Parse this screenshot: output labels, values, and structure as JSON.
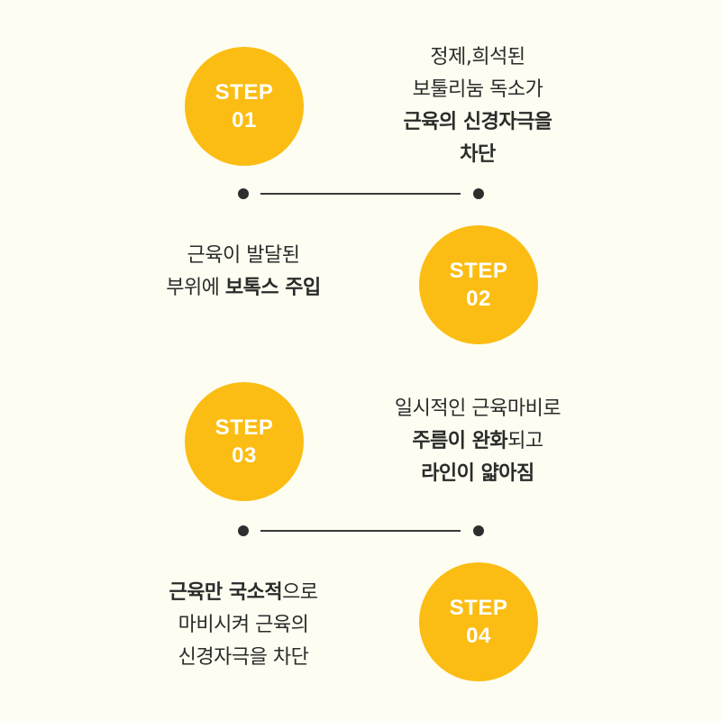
{
  "colors": {
    "background": "#fefdf1",
    "circle": "#fbbd13",
    "circle_text": "#ffffff",
    "text": "#2b2b2b",
    "divider": "#2e2e2e"
  },
  "steps": [
    {
      "label_top": "STEP",
      "label_num": "01",
      "lines": [
        {
          "normal": "정제,희석된",
          "bold": ""
        },
        {
          "normal": "보툴리눔 독소가",
          "bold": ""
        },
        {
          "normal": "",
          "bold": "근육의 신경자극을"
        },
        {
          "normal": "",
          "bold": "차단"
        }
      ]
    },
    {
      "label_top": "STEP",
      "label_num": "02",
      "lines": [
        {
          "normal": "근육이 발달된",
          "bold": ""
        },
        {
          "normal": "부위에 ",
          "bold": "보톡스 주입"
        }
      ]
    },
    {
      "label_top": "STEP",
      "label_num": "03",
      "lines": [
        {
          "normal": "일시적인 근육마비로",
          "bold": ""
        },
        {
          "normal": "",
          "bold": "주름이 완화",
          "tail": "되고"
        },
        {
          "normal": "",
          "bold": "라인이 얇아짐"
        }
      ]
    },
    {
      "label_top": "STEP",
      "label_num": "04",
      "lines": [
        {
          "normal": "",
          "bold": "근육만 국소적",
          "tail": "으로"
        },
        {
          "normal": "마비시켜 근육의",
          "bold": ""
        },
        {
          "normal": "신경자극을 차단",
          "bold": ""
        }
      ]
    }
  ]
}
